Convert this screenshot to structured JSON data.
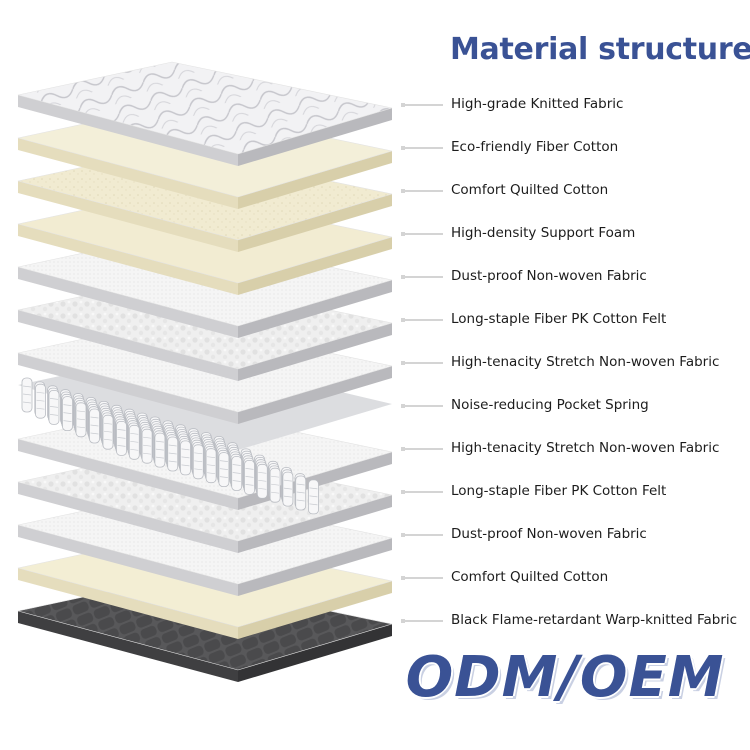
{
  "title": "Material structure",
  "brand_text": "ODM/OEM",
  "layers": [
    {
      "label": "High-grade Knitted Fabric",
      "texture": "quilted-knit",
      "color": "#f1f1f3"
    },
    {
      "label": "Eco-friendly Fiber Cotton",
      "texture": "smooth",
      "color": "#f3efd9"
    },
    {
      "label": "Comfort Quilted Cotton",
      "texture": "speckled",
      "color": "#f1ebd0"
    },
    {
      "label": "High-density Support Foam",
      "texture": "smooth",
      "color": "#f2ecd2"
    },
    {
      "label": "Dust-proof Non-woven Fabric",
      "texture": "fine-mesh",
      "color": "#f4f4f4"
    },
    {
      "label": "Long-staple Fiber PK Cotton Felt",
      "texture": "cotton-felt",
      "color": "#eeeeee"
    },
    {
      "label": "High-tenacity Stretch Non-woven Fabric",
      "texture": "fine-mesh",
      "color": "#f5f5f5"
    },
    {
      "label": "Noise-reducing Pocket Spring",
      "texture": "pocket-spring",
      "color": "#e9eaec"
    },
    {
      "label": "High-tenacity Stretch Non-woven Fabric",
      "texture": "fine-mesh",
      "color": "#f5f5f5"
    },
    {
      "label": "Long-staple Fiber PK Cotton Felt",
      "texture": "cotton-felt",
      "color": "#eeeeee"
    },
    {
      "label": "Dust-proof Non-woven Fabric",
      "texture": "fine-mesh",
      "color": "#f4f4f4"
    },
    {
      "label": "Comfort Quilted Cotton",
      "texture": "smooth",
      "color": "#f3eed4"
    },
    {
      "label": "Black Flame-retardant Warp-knitted Fabric",
      "texture": "dark-knit",
      "color": "#5a5a5c"
    }
  ]
}
